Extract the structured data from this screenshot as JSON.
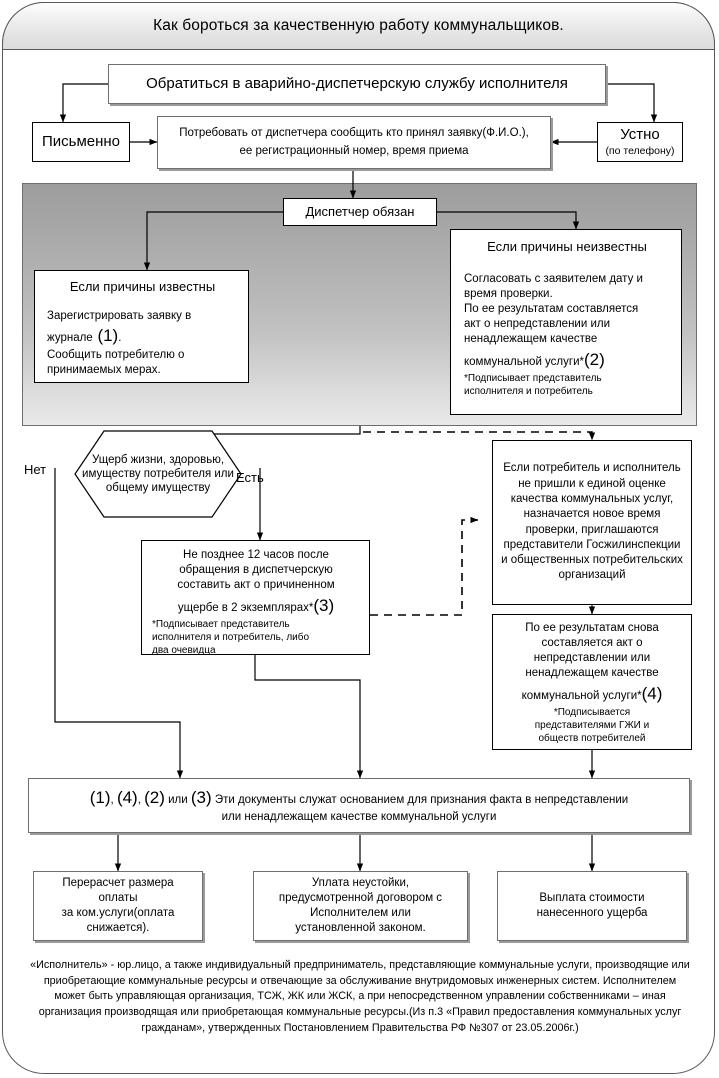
{
  "title": "Как бороться за качественную работу коммунальщиков.",
  "nodes": {
    "start": "Обратиться в аварийно-диспетчерскую службу исполнителя",
    "written": "Письменно",
    "oral_main": "Устно",
    "oral_sub": "(по телефону)",
    "demand": "Потребовать от диспетчера сообщить кто принял заявку(Ф.И.О.), ее регистрационный номер, время приема",
    "dispatcher_must": "Диспетчер обязан",
    "known_title": "Если причины известны",
    "known_l1": "Зарегистрировать заявку в",
    "known_l2a": "журнале",
    "known_l2num": "(1)",
    "known_l2b": ".",
    "known_l3": "Сообщить потребителю о",
    "known_l4": "принимаемых мерах.",
    "unknown_title": "Если причины неизвестны",
    "unknown_l1": "Согласовать с заявителем дату и",
    "unknown_l2": "время проверки.",
    "unknown_l3": "По ее результатам составляется",
    "unknown_l4": "акт о непредставлении или",
    "unknown_l5": "ненадлежащем качестве",
    "unknown_l6a": "коммунальной услуги*",
    "unknown_l6num": "(2)",
    "unknown_note1": "*Подписывает представитель",
    "unknown_note2": "исполнителя и потребитель",
    "hexagon": "Ущерб жизни, здоровью, имуществу потребителя или общему имуществу",
    "label_no": "Нет",
    "label_yes": "Есть",
    "act12_l1": "Не позднее 12 часов после",
    "act12_l2": "обращения в диспетчерскую",
    "act12_l3": "составить акт о причиненном",
    "act12_l4a": "ущербе в 2 экземплярах*",
    "act12_l4num": "(3)",
    "act12_note1": "*Подписывает представитель",
    "act12_note2": "исполнителя и потребитель, либо",
    "act12_note3": "два очевидца",
    "disagree": "Если потребитель и исполнитель не пришли к единой оценке качества коммунальных услуг, назначается новое время проверки, приглашаются представители Госжилинспекции и общественных потребительских организаций",
    "repeat_l1": "По ее результатам  снова",
    "repeat_l2": "составляется акт о",
    "repeat_l3": "непредставлении или",
    "repeat_l4": "ненадлежащем качестве",
    "repeat_l5a": "коммунальной услуги*",
    "repeat_l5num": "(4)",
    "repeat_note1": "*Подписывается",
    "repeat_note2": "представителями ГЖИ и",
    "repeat_note3": "обществ потребителей",
    "summary_n1": "(1)",
    "summary_s1": ", ",
    "summary_n2": "(4)",
    "summary_s2": ", ",
    "summary_n3": "(2)",
    "summary_or": " или ",
    "summary_n4": "(3)",
    "summary_tail": " Эти документы служат основанием для признания факта в непредставлении",
    "summary_line2": "или ненадлежащем качестве коммунальной услуги",
    "out1_l1": "Перерасчет размера оплаты",
    "out1_l2": "за ком.услуги(оплата",
    "out1_l3": "снижается).",
    "out2_l1": "Уплата неустойки,",
    "out2_l2": "предусмотренной договором с",
    "out2_l3": "Исполнителем или",
    "out2_l4": "установленной законом.",
    "out3_l1": "Выплата стоимости",
    "out3_l2": "нанесенного ущерба"
  },
  "footnote": "«Исполнитель» - юр.лицо, а также индивидуальный предприниматель, представляющие коммунальные услуги, производящие или приобретающие коммунальные ресурсы и отвечающие за обслуживание внутридомовых инженерных систем. Исполнителем может быть управляющая организация, ТСЖ, ЖК или ЖСК, а при непосредственном управлении собственниками – иная организация производящая или приобретающая коммунальные ресурсы.(Из п.3 «Правил предоставления коммунальных услуг гражданам», утвержденных Постановлением Правительства РФ №307 от 23.05.2006г.)",
  "colors": {
    "line": "#000000",
    "frame_border": "#58595b",
    "box_shadow": "#9a9a9a",
    "panel_top": "#9d9d9d",
    "panel_bottom": "#e9e9e9"
  }
}
